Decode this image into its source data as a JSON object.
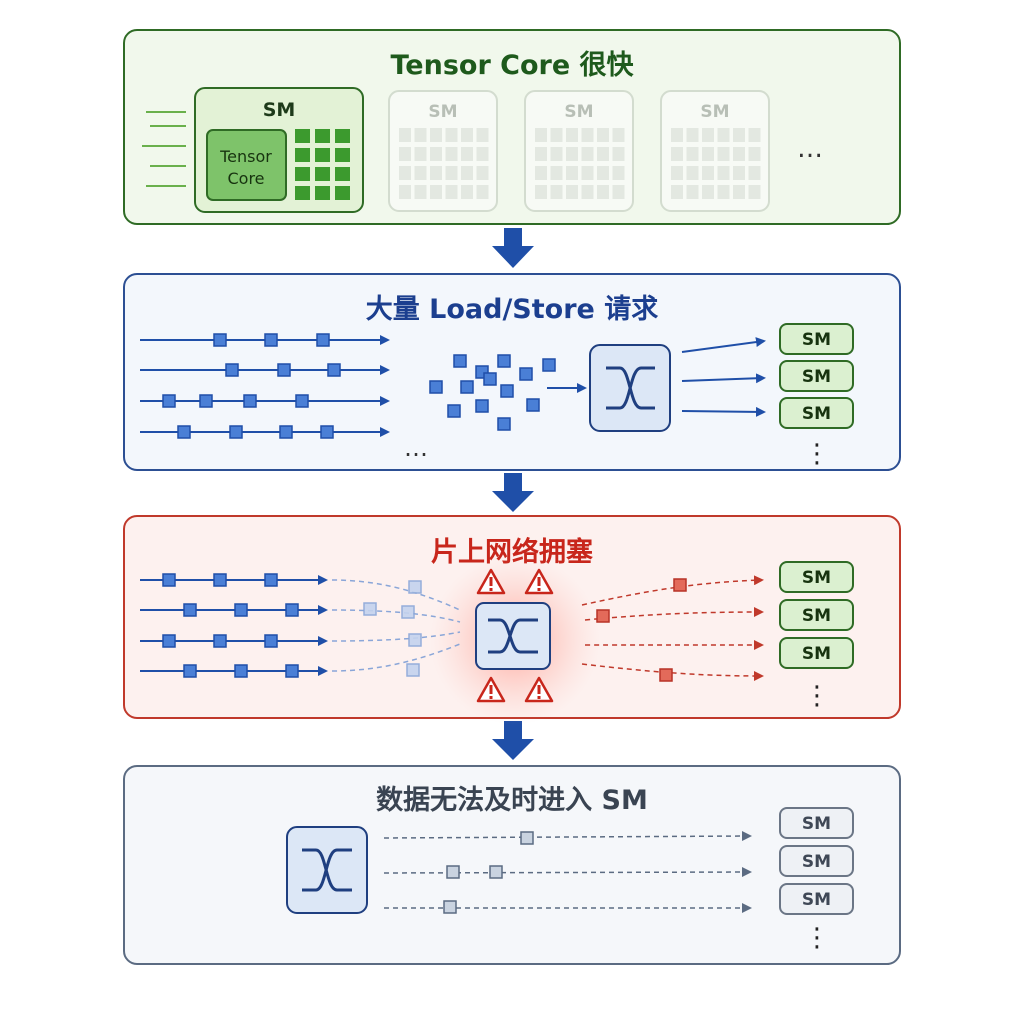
{
  "panels": {
    "p1": {
      "title": "Tensor Core 很快"
    },
    "p2": {
      "title": "大量 Load/Store 请求"
    },
    "p3": {
      "title": "片上网络拥塞"
    },
    "p4": {
      "title": "数据无法及时进入 SM"
    }
  },
  "labels": {
    "sm": "SM",
    "tensor_core_line1": "Tensor",
    "tensor_core_line2": "Core",
    "ellipsis": "…",
    "vdots": "⋮"
  },
  "colors": {
    "green_border": "#2f6b25",
    "blue_border": "#2c4f93",
    "red_border": "#c0392b",
    "gray_border": "#5b6b82",
    "arrow_blue": "#1f4fa8"
  }
}
